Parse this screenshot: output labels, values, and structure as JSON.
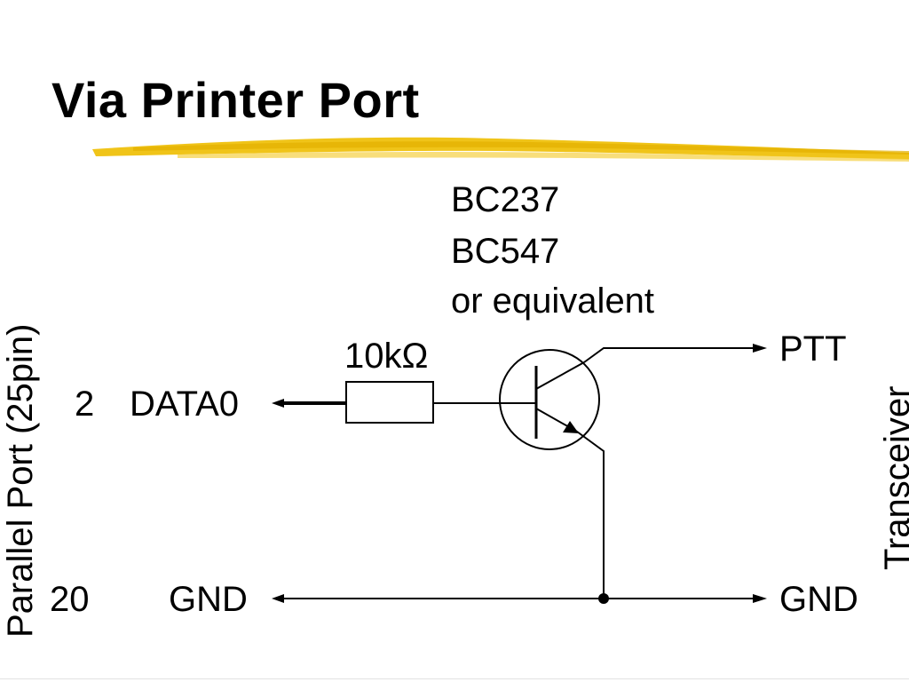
{
  "slide": {
    "title": "Via Printer Port"
  },
  "colors": {
    "highlighter": "#f0c419",
    "highlighter_dark": "#e3b000",
    "ink": "#000000"
  },
  "diagram": {
    "transistor_models": [
      "BC237",
      "BC547",
      "or equivalent"
    ],
    "resistor_value": "10kΩ",
    "left_connector": {
      "label": "Parallel Port (25pin)",
      "pins": [
        {
          "number": "2",
          "name": "DATA0"
        },
        {
          "number": "20",
          "name": "GND"
        }
      ]
    },
    "right_connector": {
      "label": "Transceiver",
      "terminals": [
        "PTT",
        "GND"
      ]
    }
  }
}
